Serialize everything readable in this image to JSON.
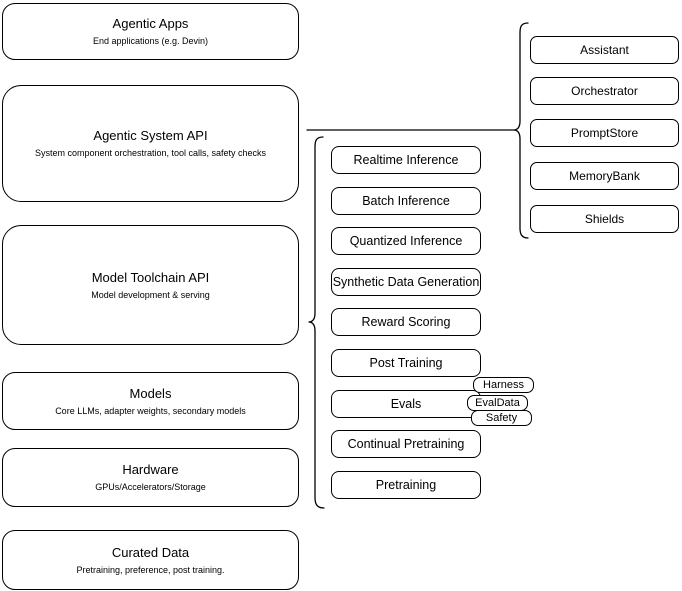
{
  "title": "Agentic system architecture diagram",
  "colors": {
    "background": "#ffffff",
    "border": "#000000",
    "text": "#000000"
  },
  "left_column": [
    {
      "title": "Agentic Apps",
      "subtitle": "End applications (e.g. Devin)"
    },
    {
      "title": "Agentic System API",
      "subtitle": "System component orchestration, tool calls, safety checks"
    },
    {
      "title": "Model Toolchain API",
      "subtitle": "Model development & serving"
    },
    {
      "title": "Models",
      "subtitle": "Core LLMs, adapter weights, secondary models"
    },
    {
      "title": "Hardware",
      "subtitle": "GPUs/Accelerators/Storage"
    },
    {
      "title": "Curated Data",
      "subtitle": "Pretraining, preference, post training."
    }
  ],
  "toolchain_components": [
    "Realtime Inference",
    "Batch Inference",
    "Quantized Inference",
    "Synthetic Data Generation",
    "Reward Scoring",
    "Post Training",
    "Evals",
    "Continual Pretraining",
    "Pretraining"
  ],
  "eval_pills": [
    "Harness",
    "EvalData",
    "Safety"
  ],
  "system_components": [
    "Assistant",
    "Orchestrator",
    "PromptStore",
    "MemoryBank",
    "Shields"
  ]
}
